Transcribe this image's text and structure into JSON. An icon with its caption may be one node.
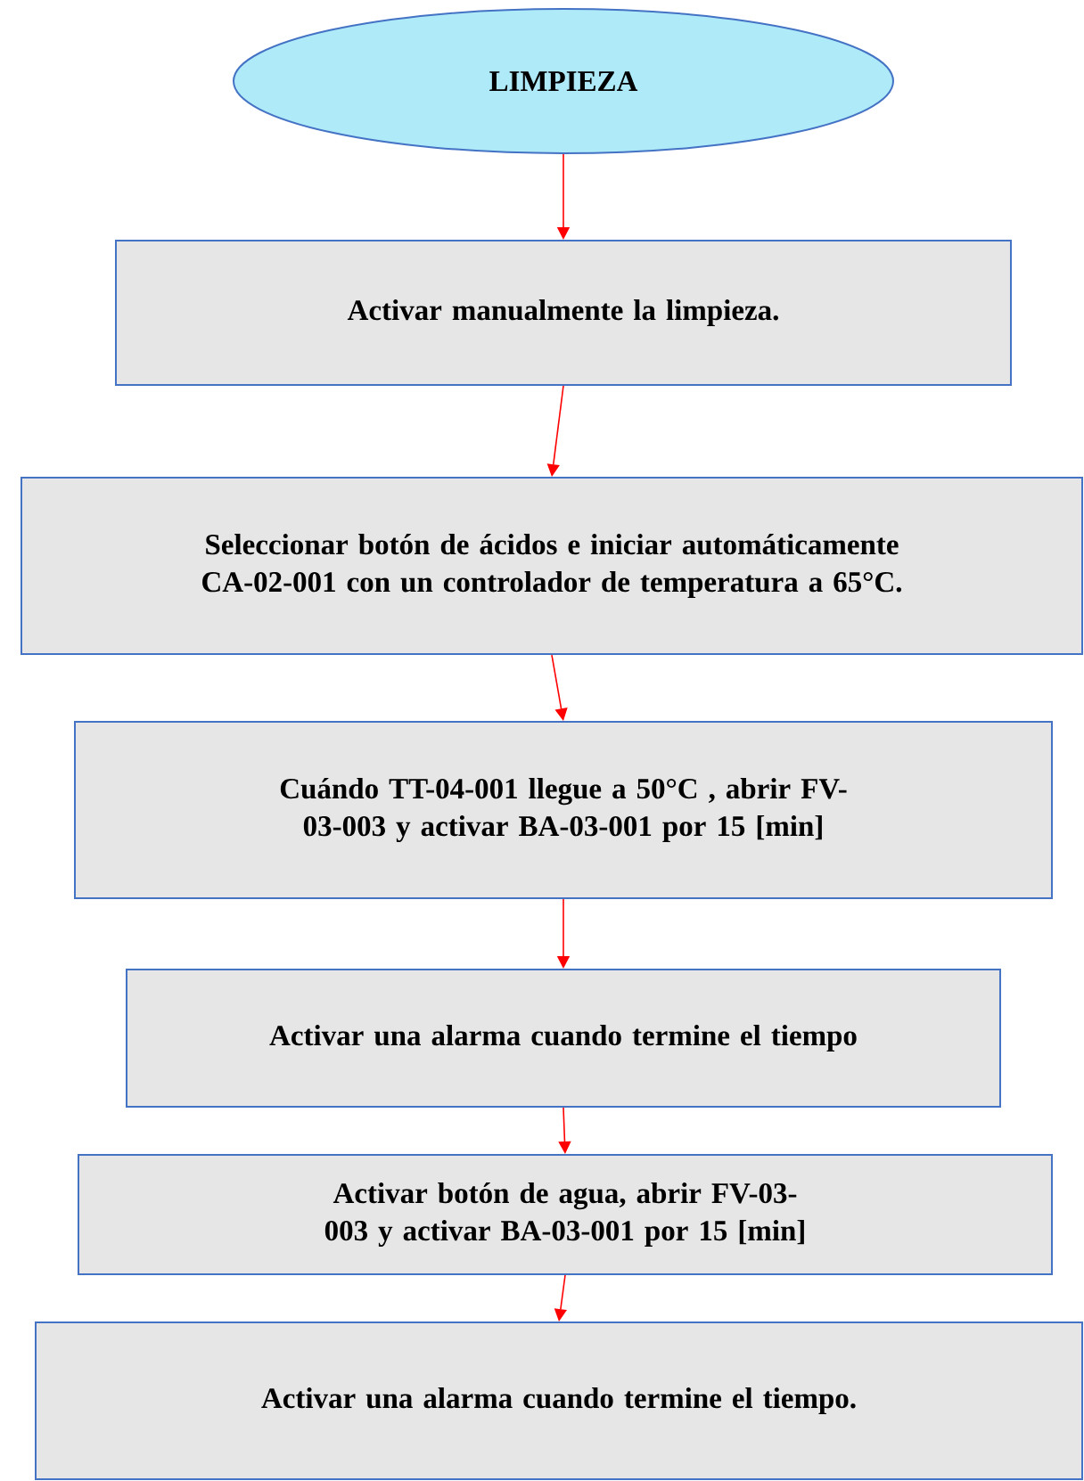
{
  "diagram": {
    "nodes": [
      {
        "text": [
          "LIMPIEZA"
        ]
      },
      {
        "text": [
          "Activar manualmente la limpieza."
        ]
      },
      {
        "text": [
          "Seleccionar botón de ácidos e iniciar automáticamente CA-02-001 con un controlador de temperatura a 65°C."
        ]
      },
      {
        "text": [
          "Cuándo TT-04-001 llegue a 50°C , abrir FV-03-003 y activar BA-03-001 por 15 [min]"
        ]
      },
      {
        "text": [
          "Activar una alarma cuando termine el tiempo"
        ]
      },
      {
        "text": [
          "Activar botón de agua, abrir FV-03-003 y activar BA-03-001 por 15 [min]"
        ]
      },
      {
        "text": [
          "Activar una alarma cuando termine el tiempo."
        ]
      }
    ],
    "edges": [
      {
        "from": 0,
        "to": 1,
        "arrow": "to"
      },
      {
        "from": 1,
        "to": 2,
        "arrow": "to"
      },
      {
        "from": 2,
        "to": 3,
        "arrow": "to"
      },
      {
        "from": 3,
        "to": 4,
        "arrow": "to"
      },
      {
        "from": 4,
        "to": 5,
        "arrow": "to"
      },
      {
        "from": 5,
        "to": 6,
        "arrow": "to"
      }
    ]
  }
}
